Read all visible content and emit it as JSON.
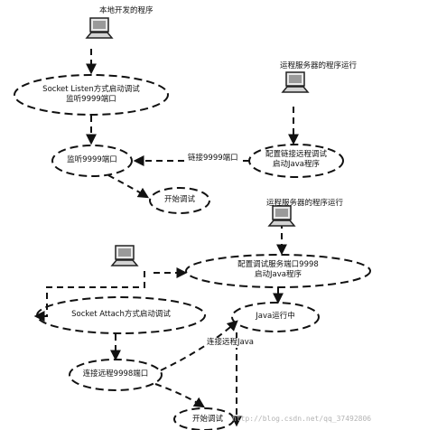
{
  "top_label": "本地开发的程序",
  "listen_node": {
    "line1": "Socket Listen方式启动调试",
    "line2": "监听9999端口"
  },
  "listen_port_node": "监听9999端口",
  "start_debug_1": "开始调试",
  "remote_label_1": "运程服务器的程序运行",
  "remote_config_node": {
    "line1": "配置链接远程调试",
    "line2": "启动Java程序"
  },
  "connect_9999_label": "链接9999端口",
  "remote_label_2": "运程服务器的程序运行",
  "debug_port_node": {
    "line1": "配置调试服务端口9998",
    "line2": "启动Java程序"
  },
  "attach_node": "Socket Attach方式启动调试",
  "java_running_node": "Java运行中",
  "connect_remote_java": "连接远程Java",
  "connect_9998_node": "连接远程9998端口",
  "start_debug_2": "开始调试",
  "watermark": "http://blog.csdn.net/qq_37492806"
}
